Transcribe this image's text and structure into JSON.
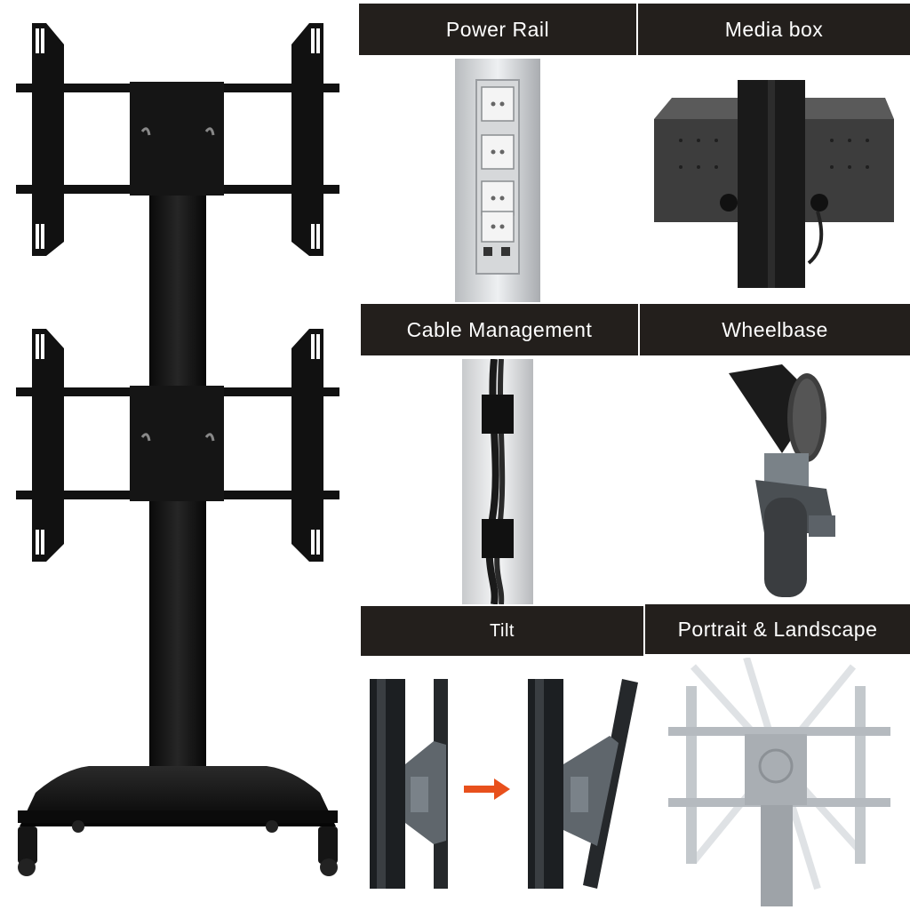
{
  "panels": {
    "power_rail": {
      "label": "Power Rail"
    },
    "media_box": {
      "label": "Media box"
    },
    "cable_management": {
      "label": "Cable Management"
    },
    "wheelbase": {
      "label": "Wheelbase"
    },
    "tilt": {
      "label": "Tilt"
    },
    "portrait_landscape": {
      "label": "Portrait & Landscape"
    }
  },
  "colors": {
    "label_bar": "#231f1c",
    "arrow": "#e8501c",
    "stand": "#111111"
  }
}
